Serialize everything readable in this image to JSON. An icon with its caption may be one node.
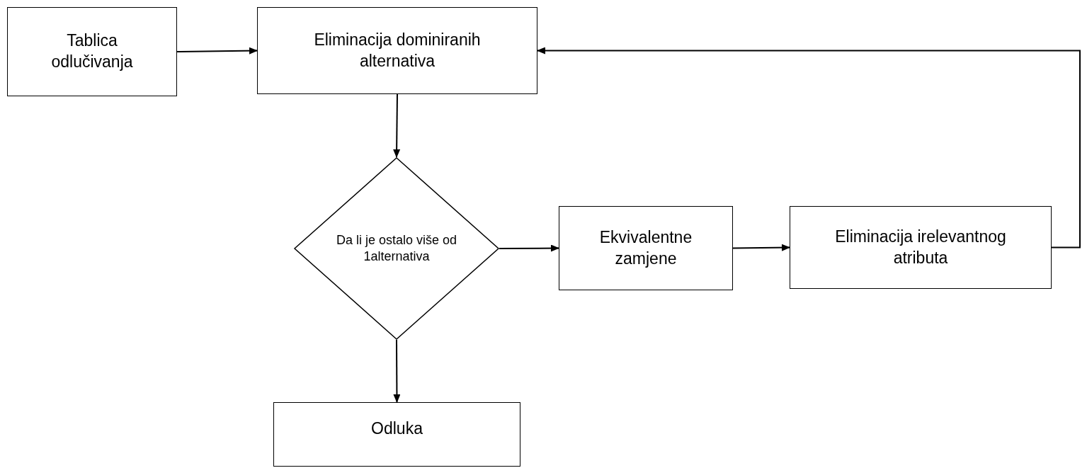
{
  "diagram": {
    "nodes": [
      {
        "text": [
          "Tablica odlučivanja"
        ]
      },
      {
        "text": [
          "Eliminacija dominiranih alternativa"
        ]
      },
      {
        "text": [
          "Da li je ostalo više od 1alternativa"
        ]
      },
      {
        "text": [
          "Ekvivalentne zamjene"
        ]
      },
      {
        "text": [
          "Eliminacija irelevantnog atributa"
        ]
      },
      {
        "text": [
          "Odluka"
        ]
      }
    ],
    "edges": [
      {
        "from": 0,
        "to": 1,
        "arrow": "to"
      },
      {
        "from": 1,
        "to": 2,
        "arrow": "to"
      },
      {
        "from": 2,
        "to": 3,
        "arrow": "to"
      },
      {
        "from": 3,
        "to": 4,
        "arrow": "to"
      },
      {
        "from": 4,
        "to": 1,
        "arrow": "to"
      },
      {
        "from": 2,
        "to": 5,
        "arrow": "to"
      }
    ]
  }
}
